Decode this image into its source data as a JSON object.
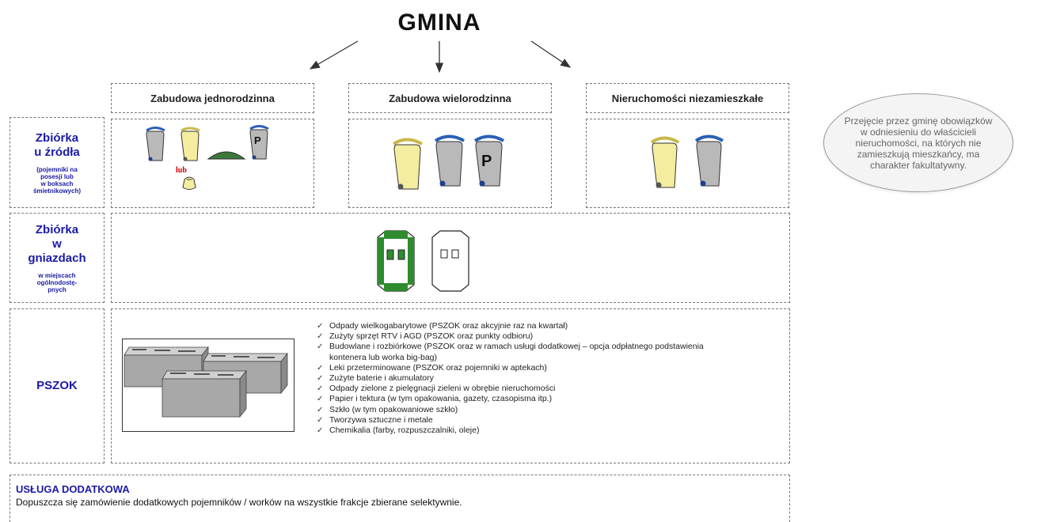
{
  "title": "GMINA",
  "columns": [
    "Zabudowa jednorodzinna",
    "Zabudowa wielorodzinna",
    "Nieruchomości niezamieszkałe"
  ],
  "rows": {
    "zrodla": {
      "main": [
        "Zbiórka",
        "u źródła"
      ],
      "sub": [
        "(pojemniki na",
        "posesji lub",
        "w boksach",
        "śmietnikowych)"
      ]
    },
    "gniazda": {
      "main": [
        "Zbiórka",
        "w",
        "gniazdach"
      ],
      "sub": [
        "w miejscach",
        "ogólnodostę-",
        "pnych"
      ]
    },
    "pszok": {
      "main": "PSZOK"
    }
  },
  "lub": "lub",
  "bin_letter": "P",
  "note": "Przejęcie przez gminę obowiązków w odniesieniu do właścicieli nieruchomości, na których nie zamieszkują mieszkańcy, ma charakter fakultatywny.",
  "pszok_items": [
    "Odpady wielkogabarytowe (PSZOK oraz akcyjnie raz na kwartał)",
    "Zużyty sprzęt RTV i AGD (PSZOK oraz punkty odbioru)",
    "Budowlane i rozbiórkowe (PSZOK oraz w ramach usługi dodatkowej – opcja odpłatnego podstawienia kontenera lub worka big-bag)",
    "Leki przeterminowane (PSZOK oraz pojemniki w aptekach)",
    "Zużyte baterie i akumulatory",
    "Odpady zielone z pielęgnacji zieleni w obrębie nieruchomości",
    "Papier i tektura (w tym opakowania, gazety, czasopisma itp.)",
    "Szkło (w tym opakowaniowe szkło)",
    "Tworzywa sztuczne i metale",
    "Chemikalia (farby, rozpuszczalniki, oleje)"
  ],
  "usluga": {
    "title": "USŁUGA DODATKOWA",
    "text": "Dopuszcza się zamówienie dodatkowych pojemników / worków na wszystkie frakcje zbierane selektywnie."
  },
  "colors": {
    "label_blue": "#1a1aa6",
    "bin_gray": "#b9b9b9",
    "bin_yellow": "#f4eda0",
    "lid_blue": "#2a5fb5",
    "igloo_green": "#2e8b2e",
    "compost_green": "#3c7a3c",
    "container_gray": "#a8a8a8"
  }
}
